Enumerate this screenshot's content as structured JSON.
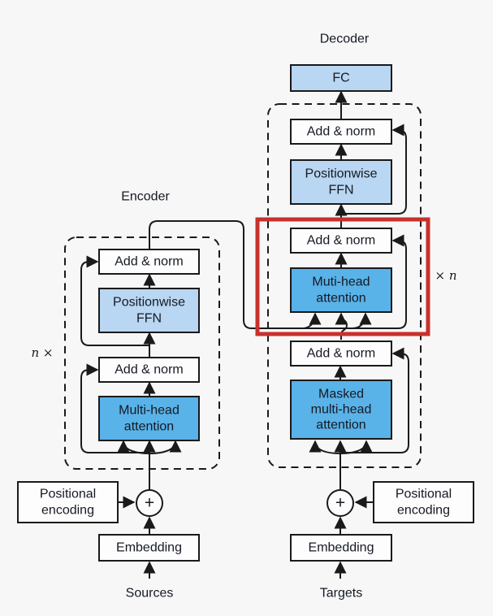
{
  "figure": {
    "encoder": {
      "title": "Encoder",
      "repeat_label": "n ×",
      "add_norm_top": "Add & norm",
      "ffn_line1": "Positionwise",
      "ffn_line2": "FFN",
      "add_norm_bottom": "Add & norm",
      "attention_line1": "Multi-head",
      "attention_line2": "attention",
      "positional_line1": "Positional",
      "positional_line2": "encoding",
      "embedding": "Embedding",
      "plus": "+",
      "input_label": "Sources"
    },
    "decoder": {
      "title": "Decoder",
      "repeat_label": "× n",
      "fc": "FC",
      "add_norm_top": "Add & norm",
      "ffn_line1": "Positionwise",
      "ffn_line2": "FFN",
      "add_norm_mid": "Add & norm",
      "attention_line1": "Muti-head",
      "attention_line2": "attention",
      "add_norm_bottom": "Add & norm",
      "masked_line1": "Masked",
      "masked_line2": "multi-head",
      "masked_line3": "attention",
      "positional_line1": "Positional",
      "positional_line2": "encoding",
      "embedding": "Embedding",
      "plus": "+",
      "input_label": "Targets"
    },
    "colors": {
      "background": "#f7f7f8",
      "light_blue": "#b9d6f2",
      "medium_blue": "#59b2e8",
      "white_box": "#fdfdfe",
      "red_highlight": "#c8312b"
    }
  }
}
